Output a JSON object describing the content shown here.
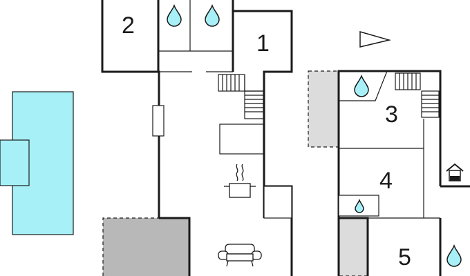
{
  "rooms": [
    {
      "id": "room-1",
      "label": "1"
    },
    {
      "id": "room-2",
      "label": "2"
    },
    {
      "id": "room-3",
      "label": "3"
    },
    {
      "id": "room-4",
      "label": "4"
    },
    {
      "id": "room-5",
      "label": "5"
    }
  ],
  "colors": {
    "pool": "#a8f0f8",
    "terrace_dark": "#b8b8b8",
    "terrace_light": "#dcdcdc",
    "water": "#a8f0f8",
    "wall": "#1a1a1a"
  },
  "icons": [
    "water-drop-icon",
    "stove-pot-icon",
    "sofa-icon",
    "north-arrow-icon",
    "house-icon",
    "stairs-icon"
  ]
}
